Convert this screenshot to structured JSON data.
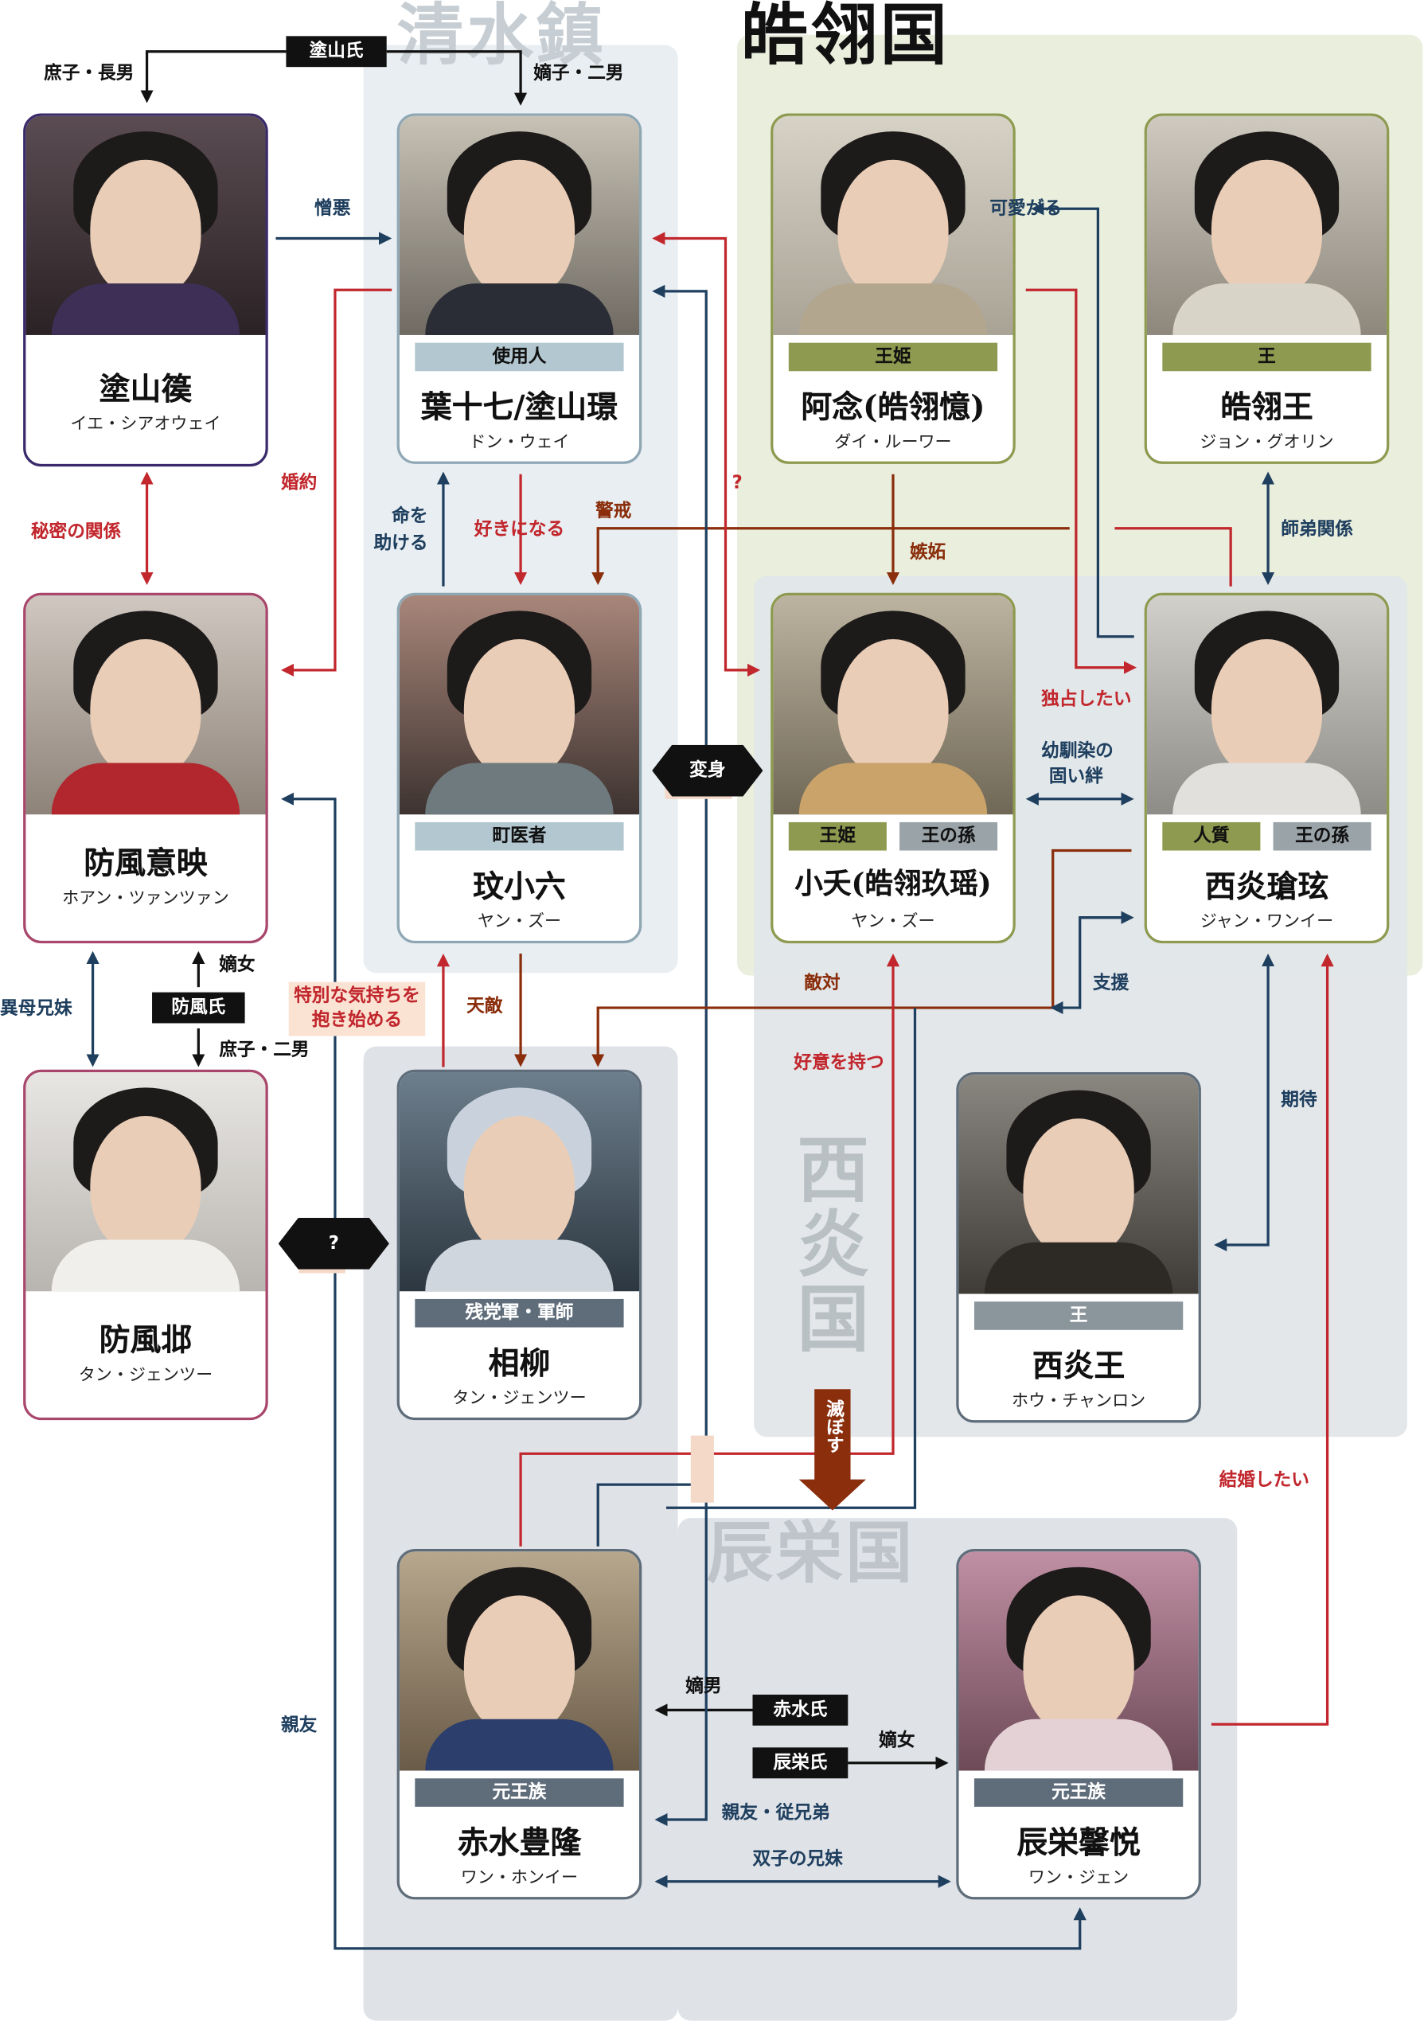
{
  "regions": {
    "seisui": "清水鎮",
    "koshou": "皓翎国",
    "saien": "西炎国",
    "shin": "辰栄国"
  },
  "clans": {
    "tozan": "塗山氏",
    "bofu": "防風氏",
    "sekisui": "赤水氏",
    "shinei": "辰栄氏"
  },
  "swaps": {
    "transform": "変身",
    "unknown": "?"
  },
  "destroy": "滅ぼす",
  "people": {
    "tozanko": {
      "name": "塗山篌",
      "reading": "イエ・シアオウェイ"
    },
    "yo": {
      "tag": "使用人",
      "name": "葉十七/塗山璟",
      "reading": "ドン・ウェイ"
    },
    "anen": {
      "tag": "王姫",
      "name": "阿念(皓翎憶)",
      "reading": "ダイ・ルーワー"
    },
    "koushououou": {
      "tag": "王",
      "name": "皓翎王",
      "reading": "ジョン・グオリン"
    },
    "bofuieiei": {
      "name": "防風意映",
      "reading": "ホアン・ツァンツァン"
    },
    "bunshoroku": {
      "tag": "町医者",
      "name": "玟小六",
      "reading": "ヤン・ズー"
    },
    "shouyou": {
      "tag1": "王姫",
      "tag2": "王の孫",
      "name": "小夭(皓翎玖瑶)",
      "reading": "ヤン・ズー"
    },
    "saienshogen": {
      "tag1": "人質",
      "tag2": "王の孫",
      "name": "西炎瑲玹",
      "reading": "ジャン・ワンイー"
    },
    "bofuhai": {
      "name": "防風邶",
      "reading": "タン・ジェンツー"
    },
    "souryu": {
      "tag": "残党軍・軍師",
      "name": "相柳",
      "reading": "タン・ジェンツー"
    },
    "saienou": {
      "tag": "王",
      "name": "西炎王",
      "reading": "ホウ・チャンロン"
    },
    "sekisuihouryu": {
      "tag": "元王族",
      "name": "赤水豊隆",
      "reading": "ワン・ホンイー"
    },
    "shineikinetsu": {
      "tag": "元王族",
      "name": "辰栄馨悦",
      "reading": "ワン・ジェン"
    }
  },
  "relations": {
    "shoshi_chounan": "庶子・長男",
    "chakushi_jinan": "嫡子・二男",
    "zouo": "憎悪",
    "kawaigaru": "可愛がる",
    "himitsu": "秘密の関係",
    "konyaku": "婚約",
    "inochi1": "命を",
    "inochi2": "助ける",
    "sukininaru": "好きになる",
    "keikai": "警戒",
    "question": "?",
    "shitto": "嫉妬",
    "shitei": "師弟関係",
    "dokusen": "独占したい",
    "osananajimi1": "幼馴染の",
    "osananajimi2": "固い絆",
    "ibo": "異母兄妹",
    "chakujo": "嫡女",
    "shoshi_jinan": "庶子・二男",
    "tokubetsu1": "特別な気持ちを",
    "tokubetsu2": "抱き始める",
    "tenteki": "天敵",
    "tekitai": "敵対",
    "shien": "支援",
    "koui": "好意を持つ",
    "kitai": "期待",
    "kekkon": "結婚したい",
    "shinyu": "親友",
    "chakunan": "嫡男",
    "chakujo2": "嫡女",
    "shinyu_itoko": "親友・従兄弟",
    "futago": "双子の兄妹"
  },
  "colors": {
    "red": "#c1272d",
    "navy": "#1f3f5f",
    "brown": "#8a2e0c",
    "tag_blue": "#b3c7d0",
    "tag_olive": "#8d9a4f",
    "tag_gray": "#9aa3a8"
  }
}
